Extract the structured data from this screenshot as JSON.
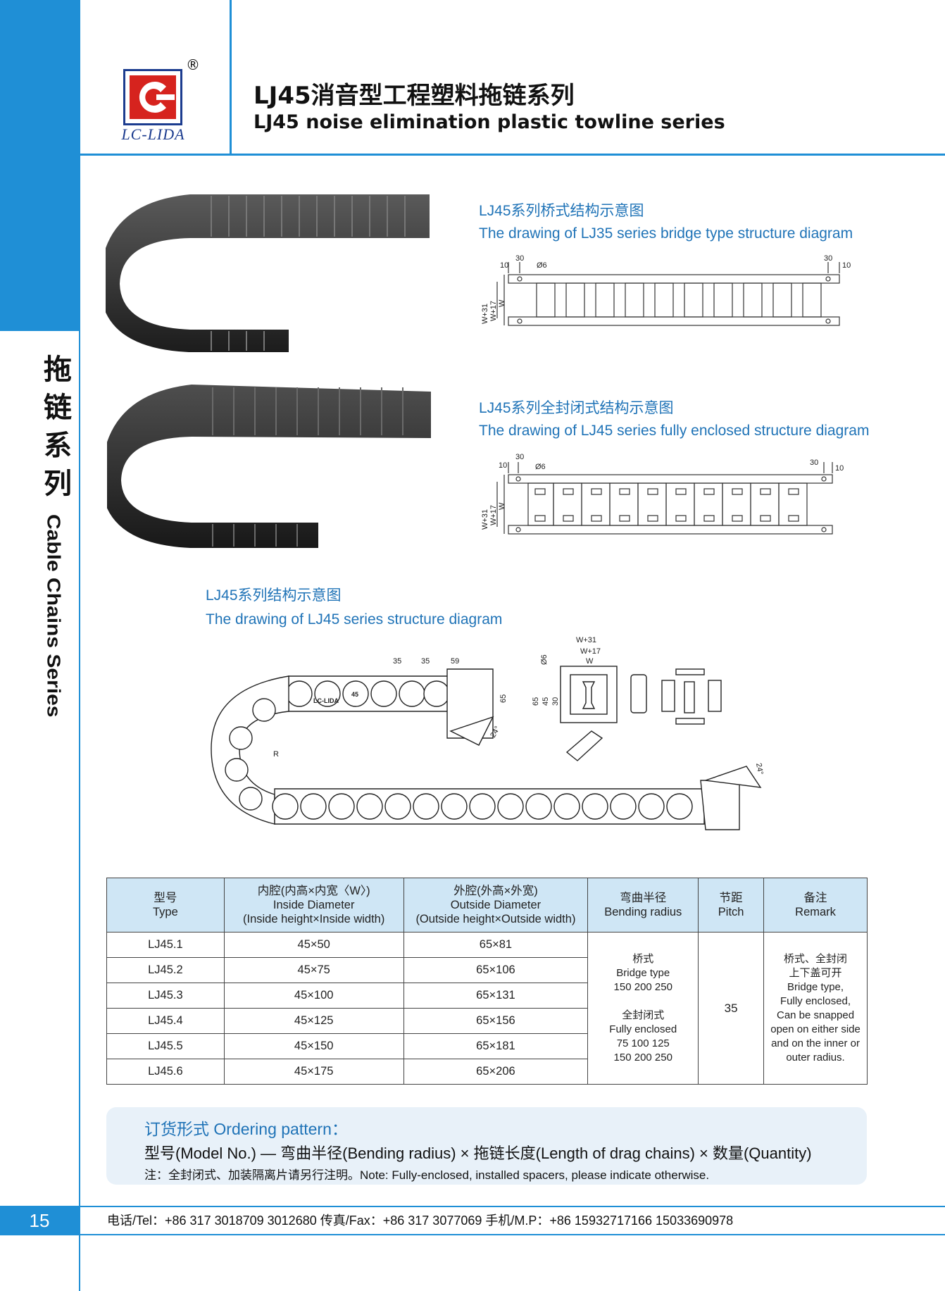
{
  "brand": {
    "name": "LC-LIDA",
    "registered": "®"
  },
  "header": {
    "title_cn": "LJ45消音型工程塑料拖链系列",
    "title_en": "LJ45 noise elimination plastic towline series"
  },
  "side": {
    "label_cn": "拖链系列",
    "label_en": "Cable Chains Series"
  },
  "captions": {
    "bridge_cn": "LJ45系列桥式结构示意图",
    "bridge_en": "The drawing of LJ35 series bridge type structure diagram",
    "enclosed_cn": "LJ45系列全封闭式结构示意图",
    "enclosed_en": "The drawing of LJ45 series fully enclosed structure diagram",
    "structure_cn": "LJ45系列结构示意图",
    "structure_en": "The drawing of LJ45 series structure diagram"
  },
  "drawings": {
    "bridge": {
      "d10_l": "10",
      "d30_l": "30",
      "d6": "Ø6",
      "d30_r": "30",
      "d10_r": "10",
      "w31": "W+31",
      "w17": "W+17",
      "w": "W"
    },
    "enclosed": {
      "d10_l": "10",
      "d30_l": "30",
      "d6": "Ø6",
      "d30_r": "30",
      "d10_r": "10",
      "w31": "W+31",
      "w17": "W+17",
      "w": "W"
    },
    "structure": {
      "p1": "35",
      "p2": "35",
      "p3": "59",
      "h65": "65",
      "ang1": "24°",
      "ang2": "24°",
      "r": "R",
      "link_text": "LC-LIDA",
      "link_no": "45",
      "sec_w31": "W+31",
      "sec_w17": "W+17",
      "sec_w": "W",
      "sec_d6": "Ø6",
      "sec_65": "65",
      "sec_45": "45",
      "sec_30": "30"
    }
  },
  "table": {
    "headers": [
      {
        "cn": "型号",
        "en": "Type"
      },
      {
        "cn": "内腔(内高×内宽〈W〉)",
        "en": "Inside Diameter",
        "en2": "(Inside height×Inside width)"
      },
      {
        "cn": "外腔(外高×外宽)",
        "en": "Outside Diameter",
        "en2": "(Outside height×Outside width)"
      },
      {
        "cn": "弯曲半径",
        "en": "Bending radius"
      },
      {
        "cn": "节距",
        "en": "Pitch"
      },
      {
        "cn": "备注",
        "en": "Remark"
      }
    ],
    "rows": [
      {
        "type": "LJ45.1",
        "inside": "45×50",
        "outside": "65×81"
      },
      {
        "type": "LJ45.2",
        "inside": "45×75",
        "outside": "65×106"
      },
      {
        "type": "LJ45.3",
        "inside": "45×100",
        "outside": "65×131"
      },
      {
        "type": "LJ45.4",
        "inside": "45×125",
        "outside": "65×156"
      },
      {
        "type": "LJ45.5",
        "inside": "45×150",
        "outside": "65×181"
      },
      {
        "type": "LJ45.6",
        "inside": "45×175",
        "outside": "65×206"
      }
    ],
    "bending": [
      "桥式",
      "Bridge type",
      "150 200 250",
      "",
      "全封闭式",
      "Fully enclosed",
      "75 100 125",
      "150 200  250"
    ],
    "pitch": "35",
    "remark": [
      "桥式、全封闭",
      "上下盖可开",
      "Bridge type,",
      "Fully enclosed,",
      "Can be snapped",
      "open on either side",
      "and on the inner or",
      "outer radius."
    ]
  },
  "ordering": {
    "title": "订货形式 Ordering pattern：",
    "formula": "型号(Model No.) — 弯曲半径(Bending radius) × 拖链长度(Length of drag chains) × 数量(Quantity)",
    "note": "注：全封闭式、加装隔离片请另行注明。Note: Fully-enclosed, installed spacers, please indicate otherwise."
  },
  "footer": {
    "page": "15",
    "contact": "电话/Tel：+86 317 3018709  3012680     传真/Fax：+86 317 3077069     手机/M.P：+86 15932717166  15033690978"
  },
  "colors": {
    "accent": "#1f8fd6",
    "caption": "#1f73b7",
    "header_fill": "#cfe6f5",
    "logo_red": "#d6231e",
    "logo_blue": "#1c3c8f"
  }
}
